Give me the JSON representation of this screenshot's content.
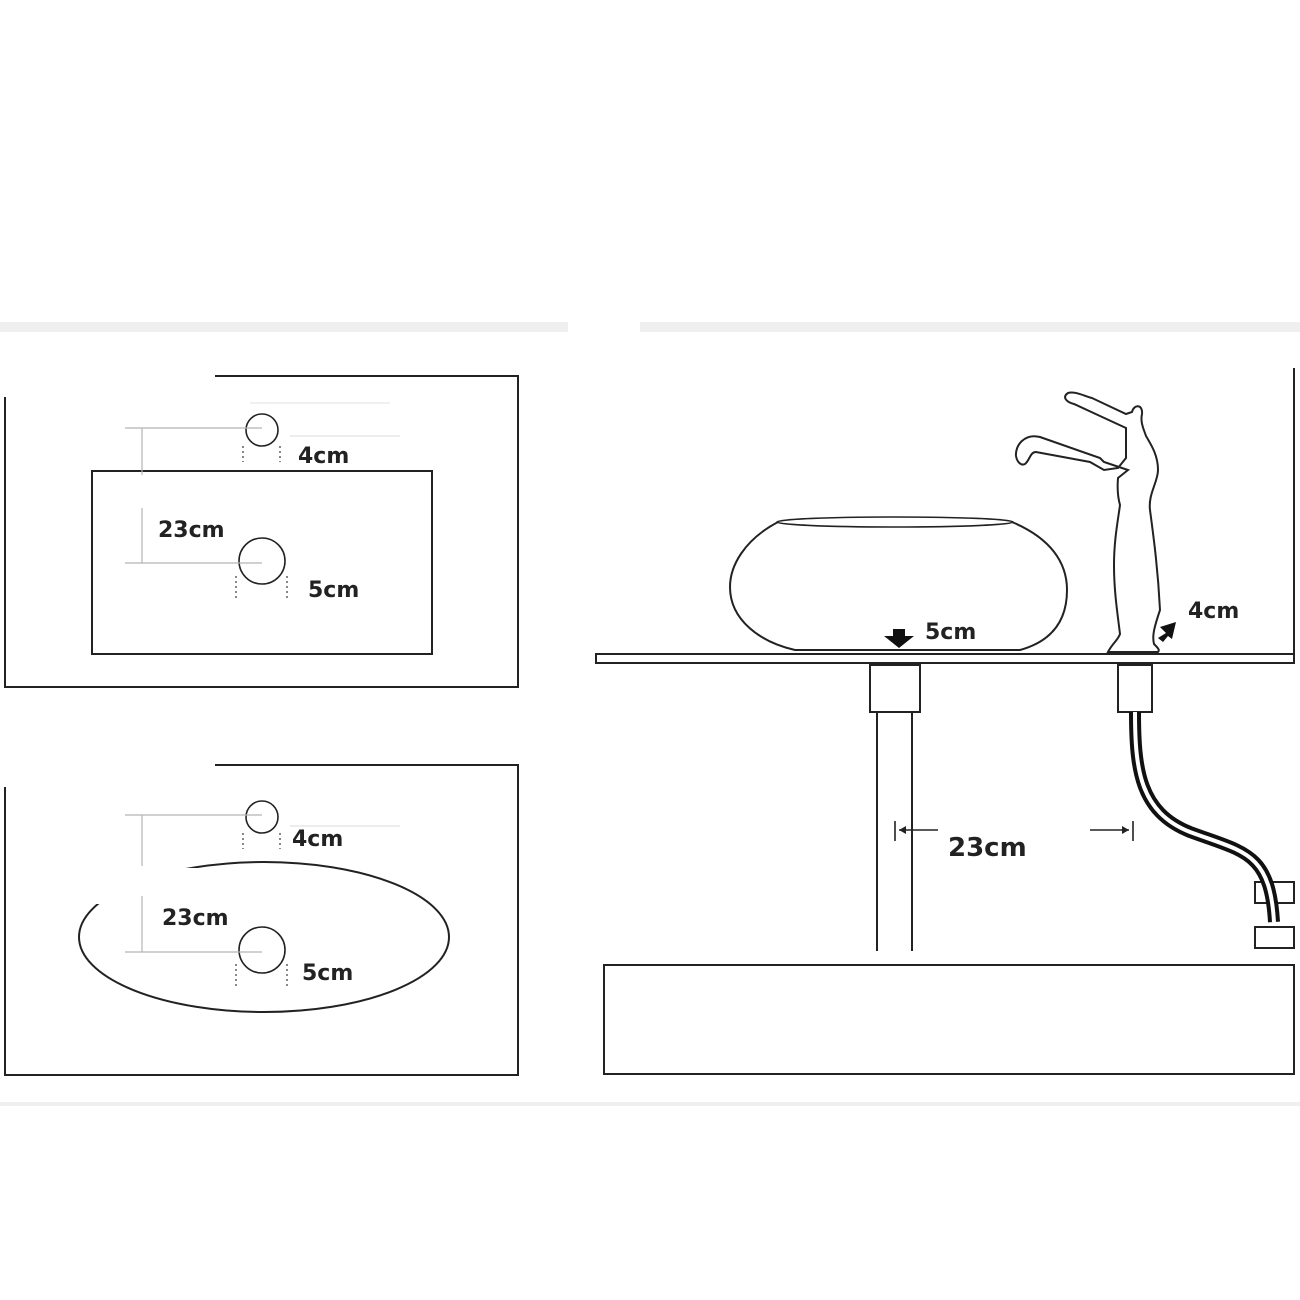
{
  "colors": {
    "line": "#222222",
    "guide": "#b5b5b5",
    "hose": "#111111"
  },
  "top_plan": {
    "faucet_hole": "4cm",
    "spacing": "23cm",
    "drain_hole": "5cm"
  },
  "bottom_plan": {
    "faucet_hole": "4cm",
    "spacing": "23cm",
    "drain_hole": "5cm"
  },
  "side_view": {
    "faucet_hole": "4cm",
    "drain_hole": "5cm",
    "spacing": "23cm"
  }
}
